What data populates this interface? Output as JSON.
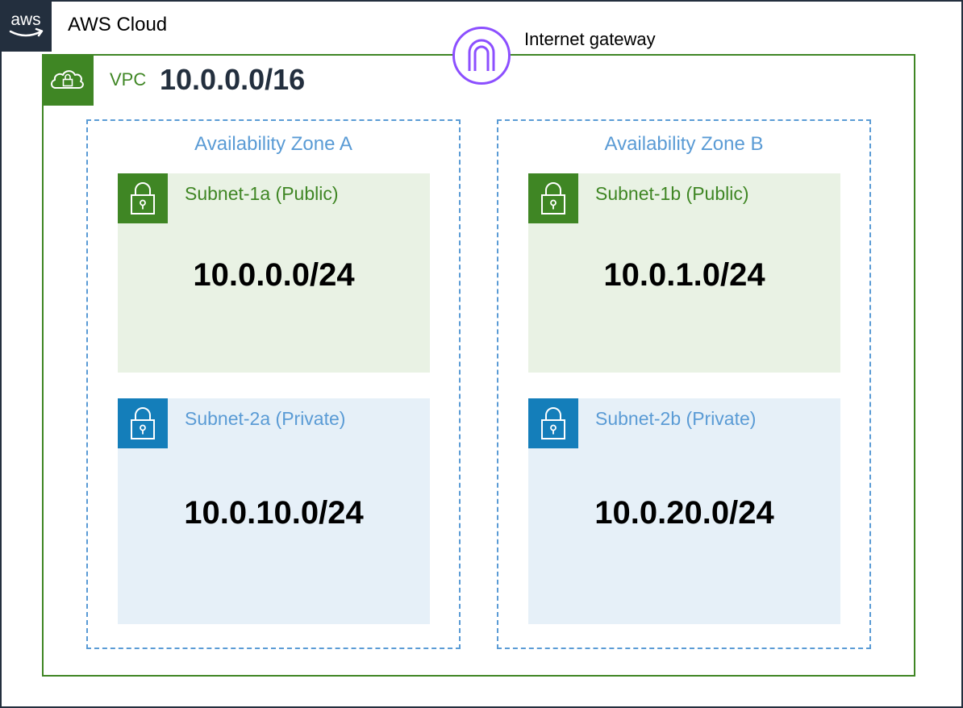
{
  "cloud": {
    "title": "AWS Cloud",
    "logo_text": "aws"
  },
  "vpc": {
    "label": "VPC",
    "cidr": "10.0.0.0/16"
  },
  "internet_gateway": {
    "label": "Internet gateway"
  },
  "availability_zones": [
    {
      "title": "Availability Zone A",
      "subnets": [
        {
          "name": "Subnet-1a (Public)",
          "cidr": "10.0.0.0/24",
          "type": "public"
        },
        {
          "name": "Subnet-2a (Private)",
          "cidr": "10.0.10.0/24",
          "type": "private"
        }
      ]
    },
    {
      "title": "Availability Zone B",
      "subnets": [
        {
          "name": "Subnet-1b (Public)",
          "cidr": "10.0.1.0/24",
          "type": "public"
        },
        {
          "name": "Subnet-2b (Private)",
          "cidr": "10.0.20.0/24",
          "type": "private"
        }
      ]
    }
  ],
  "colors": {
    "aws_dark": "#232f3e",
    "vpc_green": "#3f8624",
    "public_fill": "#e9f2e4",
    "private_fill": "#e6f0f8",
    "private_blue": "#147eba",
    "az_blue": "#5a9bd5",
    "igw_purple": "#8c4fff"
  },
  "icons": {
    "cloud_logo": "aws-logo-icon",
    "vpc": "vpc-cloud-lock-icon",
    "internet_gateway": "internet-gateway-icon",
    "subnet": "padlock-icon"
  }
}
